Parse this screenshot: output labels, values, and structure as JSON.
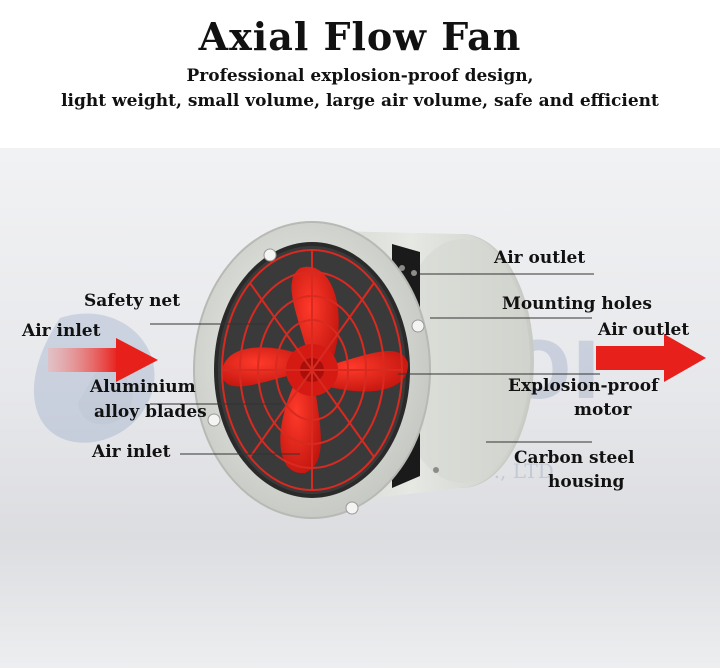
{
  "header": {
    "title": "Axial Flow Fan",
    "subtitle_line1": "Professional explosion-proof design,",
    "subtitle_line2": "light weight, small volume, large air volume, safe and efficient"
  },
  "labels": {
    "safety_net": "Safety net",
    "air_inlet_left": "Air inlet",
    "aluminium_1": "Aluminium",
    "aluminium_2": "alloy blades",
    "air_inlet_bottom": "Air inlet",
    "air_outlet_top": "Air outlet",
    "mounting_holes": "Mounting holes",
    "air_outlet_right": "Air outlet",
    "motor_1": "Explosion-proof",
    "motor_2": "motor",
    "housing_1": "Carbon steel",
    "housing_2": "housing"
  },
  "colors": {
    "blade_red": "#e0201a",
    "arrow_red": "#e8201c",
    "housing_gray": "#d9dcd6"
  }
}
